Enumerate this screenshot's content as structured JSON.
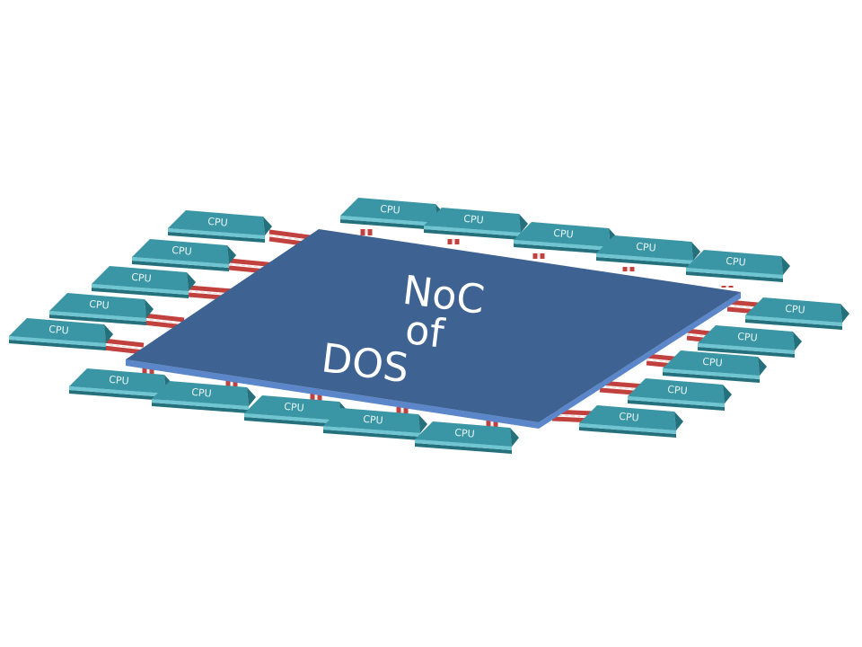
{
  "diagram": {
    "title_lines": [
      "NoC",
      "of",
      "DOS"
    ],
    "nodes": [
      "CPU",
      "CPU",
      "CPU",
      "CPU",
      "CPU",
      "CPU",
      "CPU",
      "CPU",
      "CPU",
      "CPU",
      "CPU",
      "CPU",
      "CPU",
      "CPU",
      "CPU",
      "CPU",
      "CPU",
      "CPU",
      "CPU",
      "CPU"
    ],
    "colors": {
      "platform": "#3e6291",
      "platform_edge": "#5b86c9",
      "cpu_top": "#3a96a4",
      "cpu_edge": "#6fc6d2",
      "cpu_side": "#24707c",
      "link": "#c0413d"
    }
  }
}
